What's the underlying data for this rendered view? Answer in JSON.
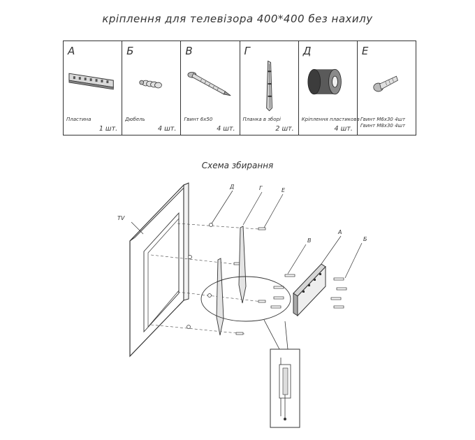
{
  "title": "кріплення для телевізора 400*400 без нахилу",
  "parts": [
    {
      "letter": "А",
      "name": "Пластина",
      "qty": "1 шт."
    },
    {
      "letter": "Б",
      "name": "Дюбель",
      "qty": "4 шт."
    },
    {
      "letter": "В",
      "name": "Гвинт 6х50",
      "qty": "4 шт."
    },
    {
      "letter": "Г",
      "name": "Планка в зборі",
      "qty": "2 шт."
    },
    {
      "letter": "Д",
      "name": "Кріплення пластикова",
      "qty": "4 шт."
    },
    {
      "letter": "Е",
      "name": "Гвинт М6х30 4шт",
      "name2": "Гвинт М8х30 4шт",
      "qty": ""
    }
  ],
  "scheme": {
    "title": "Схема збирання",
    "labels": {
      "tv": "TV",
      "d": "Д",
      "g": "Г",
      "e": "Е",
      "v": "В",
      "a": "А",
      "b": "Б"
    }
  }
}
